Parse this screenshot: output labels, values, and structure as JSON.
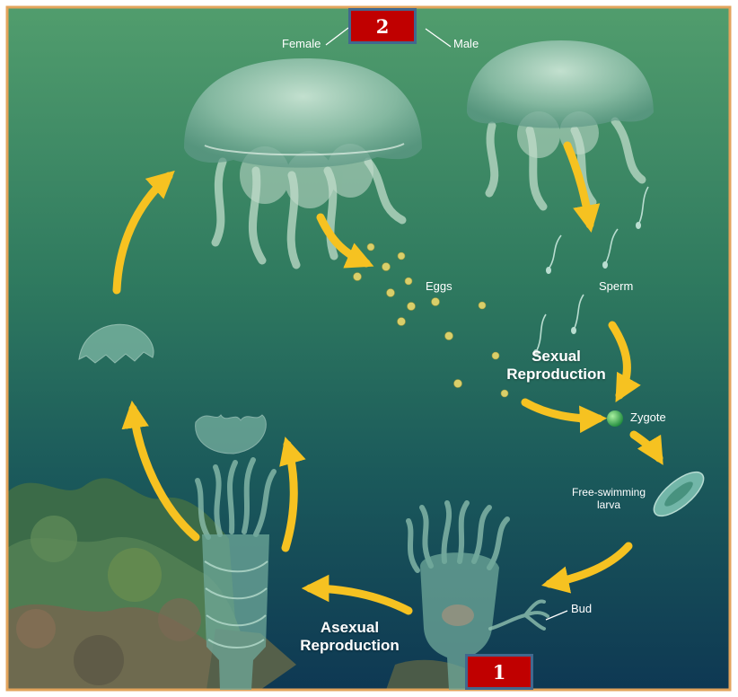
{
  "labels": {
    "female": "Female",
    "male": "Male",
    "eggs": "Eggs",
    "sperm": "Sperm",
    "sexual_reproduction": "Sexual Reproduction",
    "zygote": "Zygote",
    "free_swimming_larva": "Free-swimming larva",
    "bud": "Bud",
    "asexual_reproduction": "Asexual Reproduction"
  },
  "badges": {
    "top": "2",
    "bottom": "1"
  },
  "colors": {
    "frame": "#e3a45c",
    "water_top": "#4e9a6a",
    "water_bottom": "#0f3a58",
    "arrow": "#f6c221",
    "badge_fill": "#c00000",
    "badge_border": "#41688e"
  }
}
